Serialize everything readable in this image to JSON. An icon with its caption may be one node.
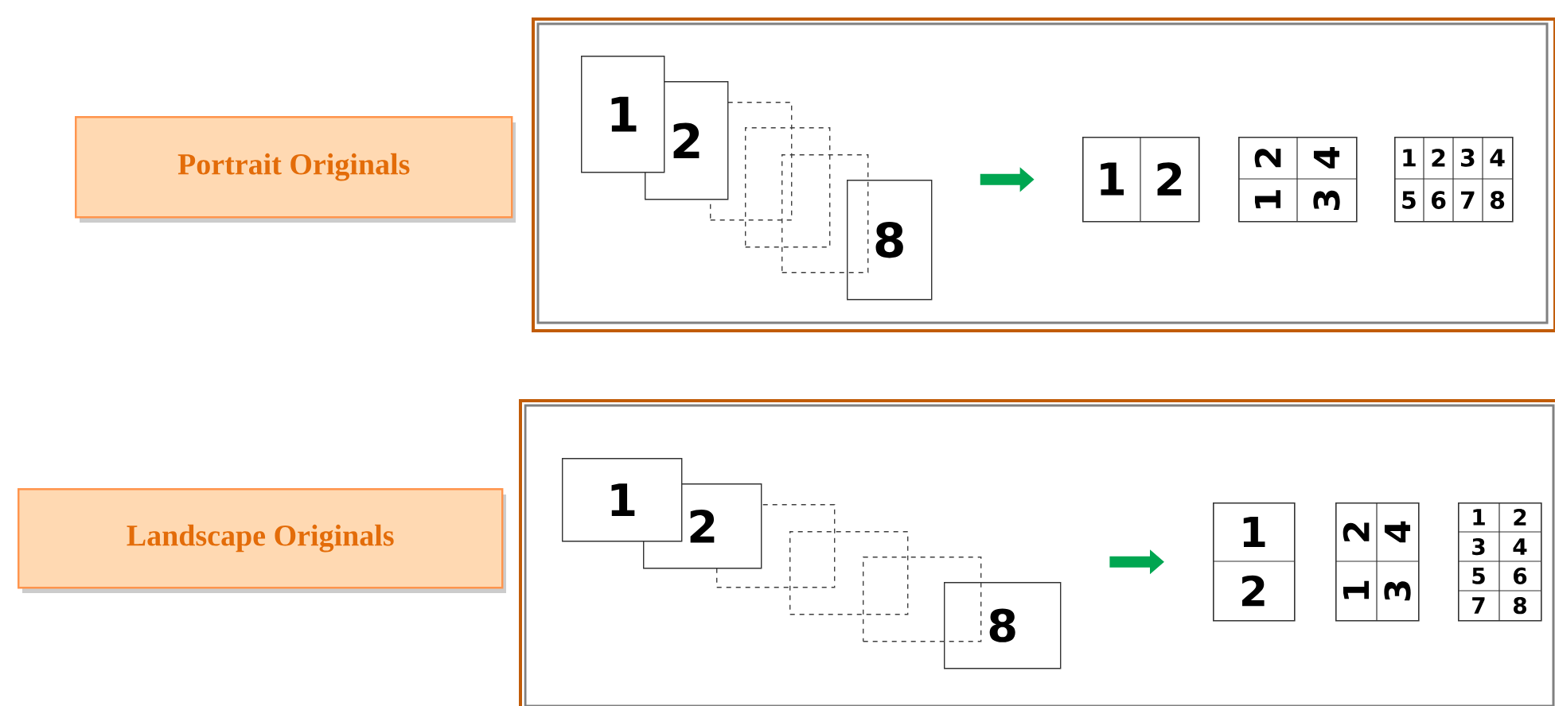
{
  "diagram": {
    "nodes": [
      {
        "text": [
          "Portrait Originals"
        ]
      },
      {
        "text": [],
        "shape": "box"
      },
      {
        "text": [
          "1"
        ],
        "in": 1
      },
      {
        "text": [
          "2"
        ],
        "in": 1
      },
      {
        "text": [],
        "shape": "box",
        "in": 1
      },
      {
        "text": [],
        "shape": "box",
        "in": 1
      },
      {
        "text": [],
        "shape": "box",
        "in": 1
      },
      {
        "text": [
          "8"
        ],
        "in": 1
      },
      {
        "text": [
          "1",
          "2"
        ],
        "in": 1
      },
      {
        "text": [
          "1",
          "2",
          "3",
          "4"
        ],
        "in": 1
      },
      {
        "text": [
          "1",
          "2",
          "3",
          "4",
          "5",
          "6",
          "7",
          "8"
        ],
        "in": 1
      },
      {
        "text": [
          "Landscape Originals"
        ]
      },
      {
        "text": [],
        "shape": "box"
      },
      {
        "text": [
          "1"
        ],
        "in": 12
      },
      {
        "text": [
          "2"
        ],
        "in": 12
      },
      {
        "text": [],
        "shape": "box",
        "in": 12
      },
      {
        "text": [],
        "shape": "box",
        "in": 12
      },
      {
        "text": [],
        "shape": "box",
        "in": 12
      },
      {
        "text": [
          "8"
        ],
        "in": 12
      },
      {
        "text": [
          "1",
          "2"
        ],
        "in": 12
      },
      {
        "text": [
          "1",
          "2",
          "3",
          "4"
        ],
        "in": 12
      },
      {
        "text": [
          "1",
          "2",
          "3",
          "4",
          "5",
          "6",
          "7",
          "8"
        ],
        "in": 12
      }
    ],
    "edges": [
      {
        "from": 7,
        "to": 8,
        "arrow": "to",
        "color": "#00a651"
      },
      {
        "from": 18,
        "to": 19,
        "arrow": "to",
        "color": "#00a651"
      }
    ]
  }
}
